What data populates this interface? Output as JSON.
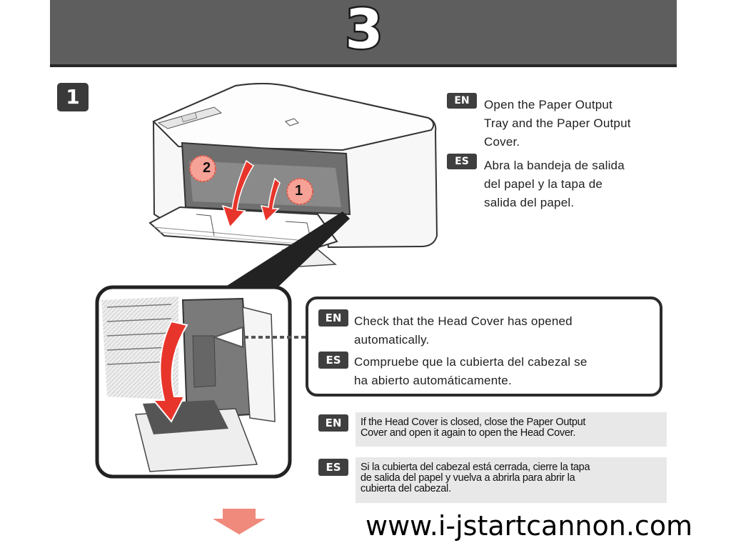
{
  "header": {
    "step_number": "3"
  },
  "substep": {
    "number": "1"
  },
  "instructions": [
    {
      "lang": "EN",
      "lines": [
        "Open the Paper Output",
        "Tray and the Paper Output",
        "Cover."
      ]
    },
    {
      "lang": "ES",
      "lines": [
        "Abra la bandeja de salida",
        "del papel y la tapa de",
        "salida del papel."
      ]
    }
  ],
  "callout": [
    {
      "lang": "EN",
      "lines": [
        "Check that the Head Cover has opened",
        "automatically."
      ]
    },
    {
      "lang": "ES",
      "lines": [
        "Compruebe que la cubierta del cabezal se",
        "ha abierto automáticamente."
      ]
    }
  ],
  "notes": [
    {
      "lang": "EN",
      "lines": [
        "If the Head Cover is closed, close the Paper Output",
        "Cover and open it again to open the Head Cover."
      ]
    },
    {
      "lang": "ES",
      "lines": [
        "Si la cubierta del cabezal está cerrada, cierre la tapa",
        "de salida del papel y vuelva a abrirla para abrir la",
        "cubierta del cabezal."
      ]
    }
  ],
  "figure_labels": {
    "marker_1": "1",
    "marker_2": "2"
  },
  "footer": {
    "url": "www.i-jstartcannon.com"
  },
  "colors": {
    "header_bg": "#5e5e5e",
    "arrow_red": "#e8352b",
    "next_arrow": "#f08a7c"
  }
}
